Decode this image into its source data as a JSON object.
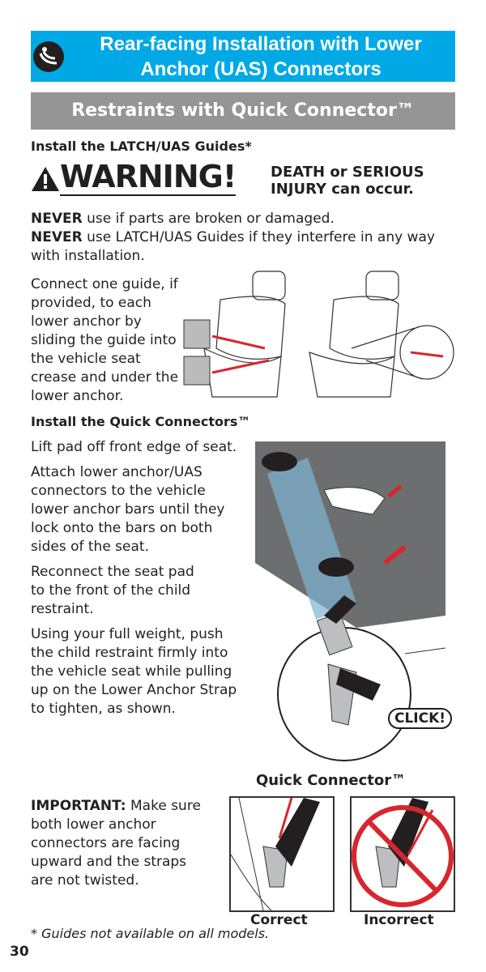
{
  "header": {
    "title_line1": "Rear-facing Installation with Lower",
    "title_line2": "Anchor (UAS) Connectors",
    "icon": "rear-facing-seat-icon",
    "accent": "#00a9e6"
  },
  "subheader": {
    "title": "Restraints with Quick Connector™",
    "color": "#959595"
  },
  "section1": {
    "heading": "Install the LATCH/UAS Guides*",
    "warning": {
      "label": "WARNING!",
      "line1": "DEATH or SERIOUS",
      "line2": "INJURY can occur."
    },
    "never1_bold": "NEVER",
    "never1_text": " use if parts are broken or damaged.",
    "never2_bold": "NEVER",
    "never2_text": " use LATCH/UAS Guides if they interfere in any way with installation.",
    "instruction": "Connect one guide, if provided, to each lower anchor by sliding the guide into the vehicle seat crease and under the lower anchor."
  },
  "section2": {
    "heading": "Install the Quick Connectors™",
    "steps": [
      "Lift pad off front edge of seat.",
      "Attach lower anchor/UAS connectors to the vehicle lower anchor bars until they lock onto the bars on both sides of the seat.",
      "Reconnect the seat pad to the front of the child restraint.",
      "Using your full weight, push the child restraint firmly into the vehicle seat while pulling up on the Lower Anchor Strap to tighten, as shown."
    ],
    "click_label": "CLICK!"
  },
  "quick_connector": {
    "title": "Quick Connector™",
    "important_bold": "IMPORTANT:",
    "important_text": " Make sure both lower anchor connectors are facing upward and the straps are not twisted.",
    "correct_label": "Correct",
    "incorrect_label": "Incorrect"
  },
  "footnote": "* Guides not available on all models.",
  "page_number": "30"
}
